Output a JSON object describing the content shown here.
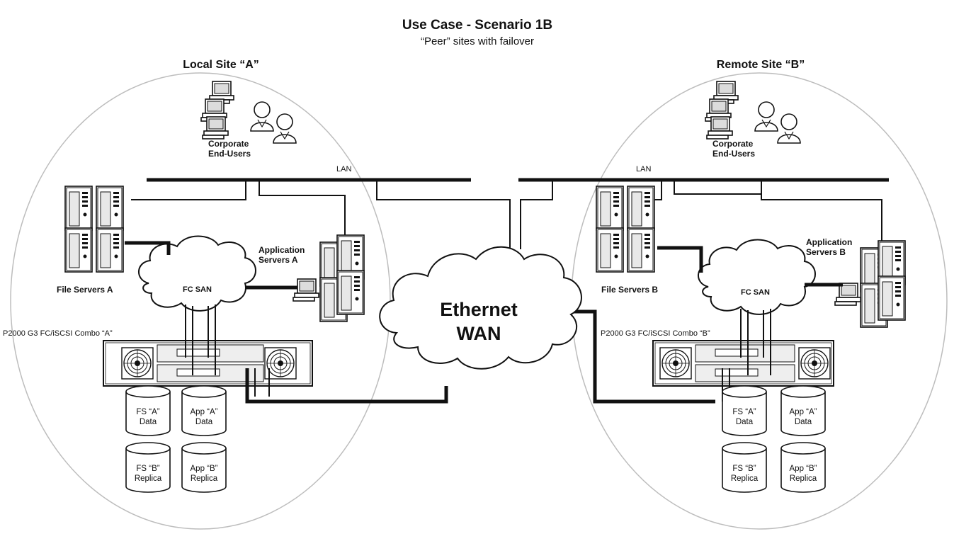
{
  "title": "Use Case - Scenario 1B",
  "subtitle": "“Peer” sites with failover",
  "wan_label_1": "Ethernet",
  "wan_label_2": "WAN",
  "sites": {
    "local": {
      "title": "Local Site “A”",
      "users_line1": "Corporate",
      "users_line2": "End-Users",
      "lan": "LAN",
      "file_servers": "File Servers A",
      "app_servers_line1": "Application",
      "app_servers_line2": "Servers A",
      "fc_san": "FC SAN",
      "storage": "P2000 G3 FC/iSCSI Combo “A”",
      "volumes": [
        {
          "line1": "FS “A”",
          "line2": "Data"
        },
        {
          "line1": "App “A”",
          "line2": "Data"
        },
        {
          "line1": "FS “B”",
          "line2": "Replica"
        },
        {
          "line1": "App “B”",
          "line2": "Replica"
        }
      ]
    },
    "remote": {
      "title": "Remote Site “B”",
      "users_line1": "Corporate",
      "users_line2": "End-Users",
      "lan": "LAN",
      "file_servers": "File Servers B",
      "app_servers_line1": "Application",
      "app_servers_line2": "Servers B",
      "fc_san": "FC SAN",
      "storage": "P2000 G3 FC/iSCSI Combo “B”",
      "volumes": [
        {
          "line1": "FS “A”",
          "line2": "Data"
        },
        {
          "line1": "App “A”",
          "line2": "Data"
        },
        {
          "line1": "FS “B”",
          "line2": "Replica"
        },
        {
          "line1": "App “B”",
          "line2": "Replica"
        }
      ]
    }
  }
}
